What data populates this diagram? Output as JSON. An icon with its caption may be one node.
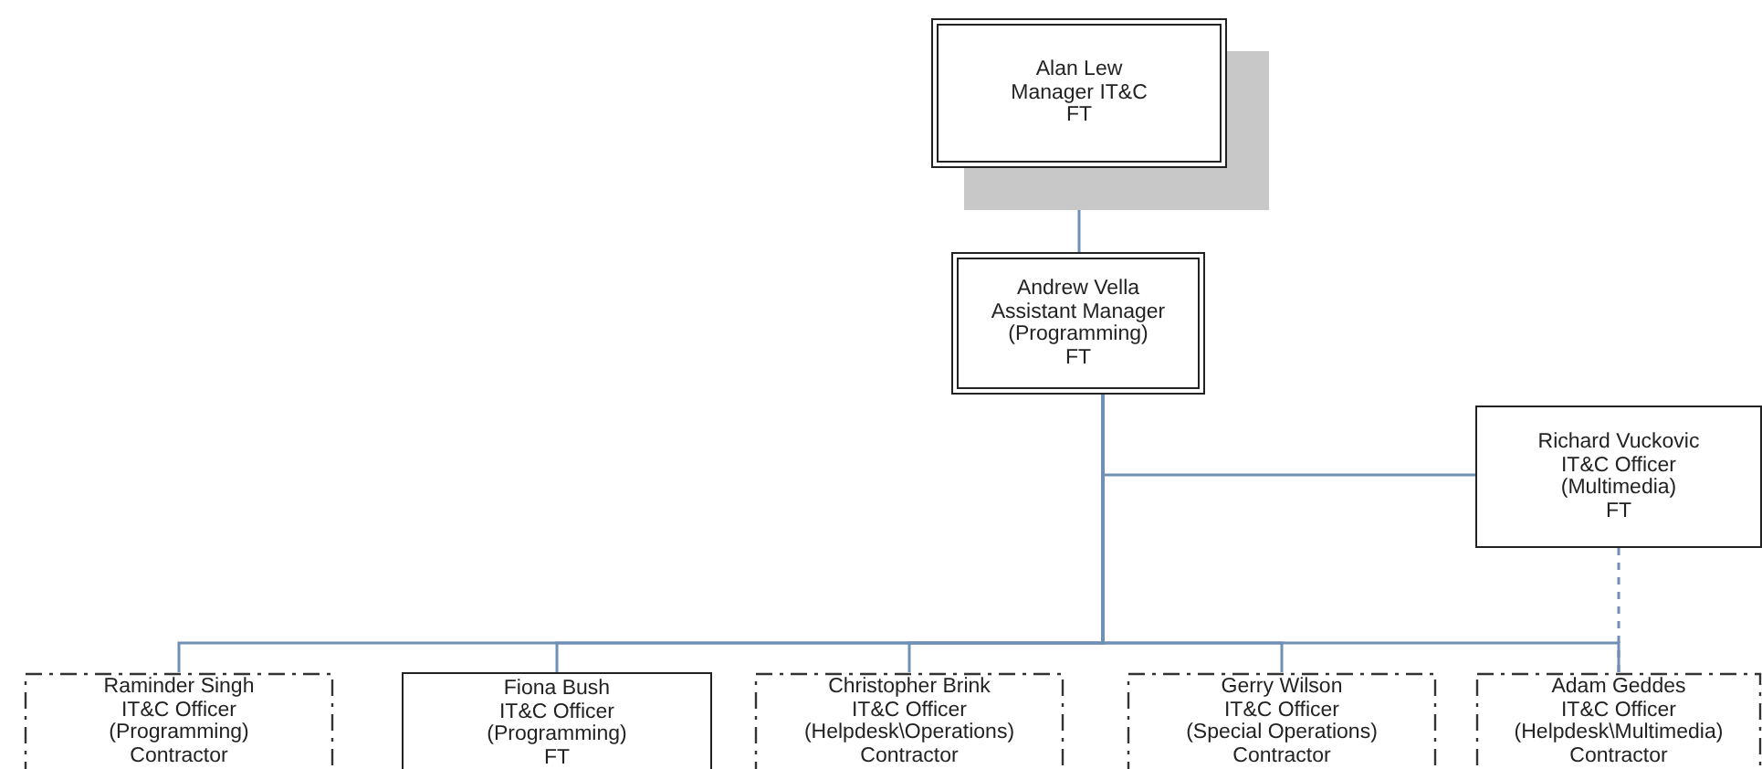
{
  "diagram": {
    "nodes": [
      {
        "text": [
          "Alan Lew",
          "Manager IT&C",
          "FT"
        ]
      },
      {
        "text": [
          "Andrew Vella",
          "Assistant Manager",
          "(Programming)",
          "FT"
        ]
      },
      {
        "text": [
          "Richard Vuckovic",
          "IT&C Officer",
          "(Multimedia)",
          "FT"
        ]
      },
      {
        "text": [
          "Raminder Singh",
          "IT&C Officer",
          "(Programming)",
          "Contractor"
        ]
      },
      {
        "text": [
          "Fiona Bush",
          "IT&C Officer",
          "(Programming)",
          "FT"
        ]
      },
      {
        "text": [
          "Christopher Brink",
          "IT&C Officer",
          "(Helpdesk\\Operations)",
          "Contractor"
        ]
      },
      {
        "text": [
          "Gerry Wilson",
          "IT&C Officer",
          "(Special Operations)",
          "Contractor"
        ]
      },
      {
        "text": [
          "Adam Geddes",
          "IT&C Officer",
          "(Helpdesk\\Multimedia)",
          "Contractor"
        ]
      }
    ],
    "edges": [
      {
        "from": 0,
        "to": 1,
        "arrow": "none"
      },
      {
        "from": 1,
        "to": 2,
        "arrow": "none"
      },
      {
        "from": 1,
        "to": 3,
        "arrow": "none"
      },
      {
        "from": 1,
        "to": 4,
        "arrow": "none"
      },
      {
        "from": 1,
        "to": 5,
        "arrow": "none"
      },
      {
        "from": 1,
        "to": 6,
        "arrow": "none"
      },
      {
        "from": 1,
        "to": 7,
        "arrow": "none"
      },
      {
        "from": 2,
        "to": 7,
        "arrow": "none",
        "style": "dashed"
      }
    ]
  }
}
